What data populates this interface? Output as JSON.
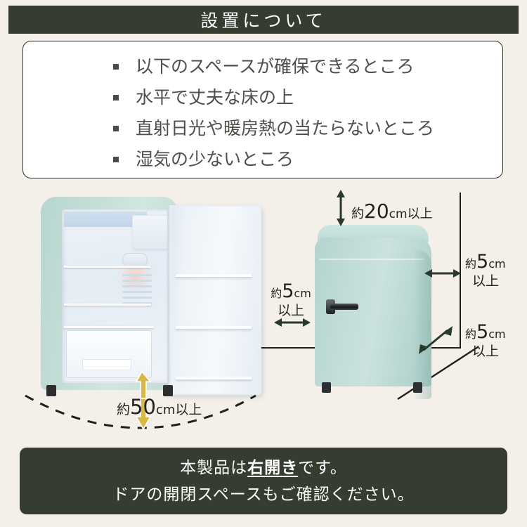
{
  "header": {
    "title": "設置について"
  },
  "requirements": {
    "items": [
      {
        "text": "以下のスペースが確保できるところ"
      },
      {
        "text": "水平で丈夫な床の上"
      },
      {
        "text": "直射日光や暖房熱の当たらないところ"
      },
      {
        "text": "湿気の少ないところ"
      }
    ]
  },
  "left_diagram": {
    "name": "open-door-clearance",
    "front_clearance": {
      "prefix": "約",
      "value": "50",
      "unit": "cm",
      "suffix": "以上"
    }
  },
  "right_diagram": {
    "name": "installation-clearance",
    "top_clearance": {
      "prefix": "約",
      "value": "20",
      "unit": "cm",
      "suffix": "以上"
    },
    "right_clearance": {
      "prefix": "約",
      "value": "5",
      "unit": "cm",
      "suffix": "以上"
    },
    "left_clearance": {
      "prefix": "約",
      "value": "5",
      "unit": "cm",
      "suffix": "以上"
    },
    "rear_clearance": {
      "prefix": "約",
      "value": "5",
      "unit": "cm",
      "suffix": "以上"
    }
  },
  "footer": {
    "line1_before": "本製品は",
    "line1_strong": "右開き",
    "line1_after": "です。",
    "line2": "ドアの開閉スペースもご確認ください。"
  },
  "colors": {
    "page_background": "#f4efe9",
    "band_green": "#353d30",
    "fridge_mint": "#bcd9d4",
    "arrow_green": "#2b3a2f",
    "arrow_gold": "#d8b84a",
    "text_dark": "#22231f"
  }
}
